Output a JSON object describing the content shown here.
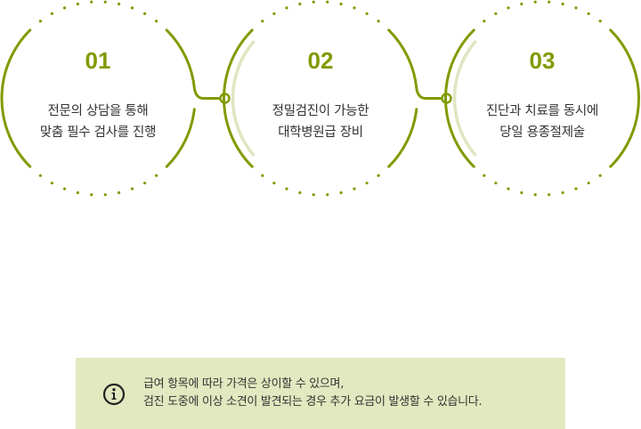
{
  "colors": {
    "accent": "#809b00",
    "accent_light": "#dfe6c0",
    "notice_bg": "#e2e8bf",
    "text": "#333333"
  },
  "steps": [
    {
      "number": "01",
      "lines": [
        "전문의 상담을 통해",
        "맞춤 필수 검사를 진행"
      ]
    },
    {
      "number": "02",
      "lines": [
        "정밀검진이 가능한",
        "대학병원급 장비"
      ]
    },
    {
      "number": "03",
      "lines": [
        "진단과 치료를 동시에",
        "당일 용종절제술"
      ]
    }
  ],
  "notice": {
    "icon": "info-icon",
    "lines": [
      "급여 항목에 따라 가격은 상이할 수 있으며,",
      "검진 도중에 이상 소견이 발견되는 경우 추가 요금이 발생할 수 있습니다."
    ]
  }
}
